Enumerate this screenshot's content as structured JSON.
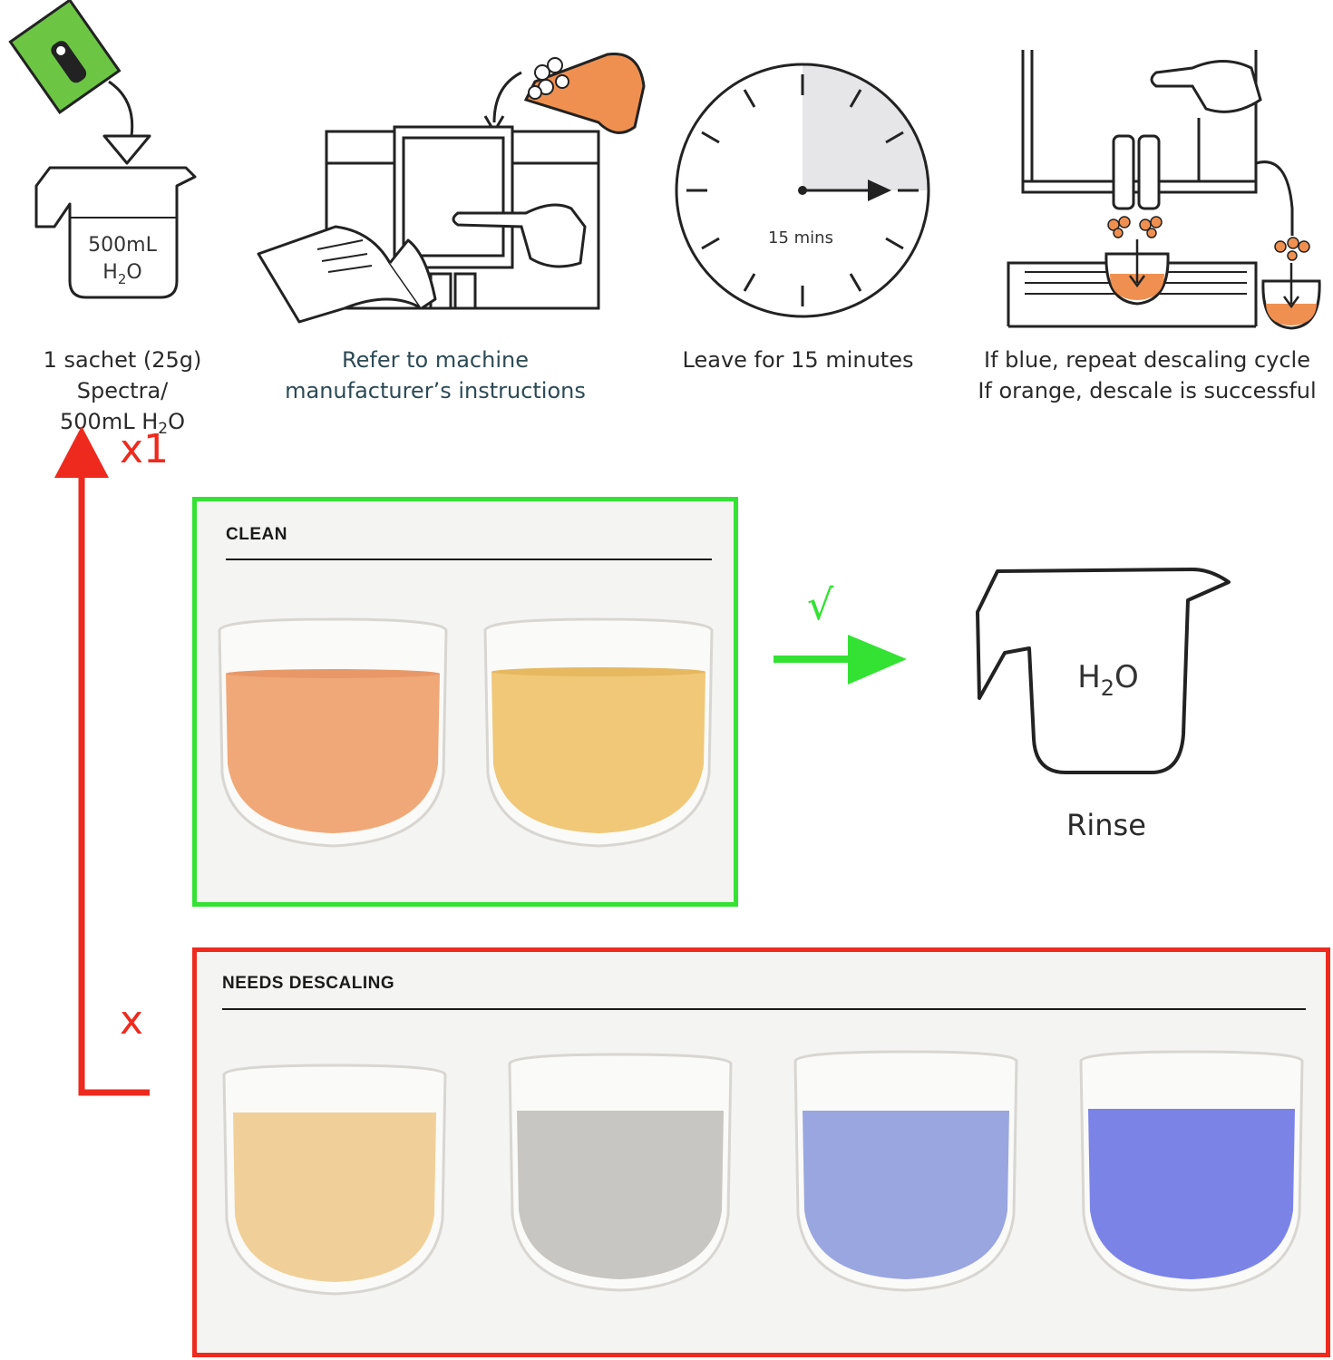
{
  "steps": [
    {
      "label_line1": "1 sachet (25g) Spectra/",
      "label_line2_pre": "500mL H",
      "label_line2_sub": "2",
      "label_line2_post": "O",
      "jug_line1": "500mL",
      "jug_h": "H",
      "jug_sub": "2",
      "jug_o": "O"
    },
    {
      "label_line1": "Refer to machine",
      "label_line2": "manufacturer’s instructions"
    },
    {
      "label_line1": "Leave for 15 minutes",
      "timer_text": "15 mins"
    },
    {
      "label_line1": "If blue, repeat descaling cycle",
      "label_line2": "If orange, descale is successful"
    }
  ],
  "loop": {
    "repeat_label": "x1",
    "fail_label": "x"
  },
  "clean_panel": {
    "title": "CLEAN",
    "check_label": "√"
  },
  "rinse": {
    "label": "Rinse",
    "jug_h": "H",
    "jug_sub": "2",
    "jug_o": "O"
  },
  "descale_panel": {
    "title": "NEEDS DESCALING"
  },
  "colors": {
    "green_accent": "#33e233",
    "red_accent": "#ee2a1e",
    "orange_liquid": "#f0a878",
    "yellow_liquid": "#f0c878",
    "grey_liquid": "#c8c6c2",
    "blue_liquid": "#9aa6e0",
    "deep_blue_liquid": "#7b84e6",
    "sachet_green": "#6cc644",
    "illustration_orange": "#f09050"
  }
}
